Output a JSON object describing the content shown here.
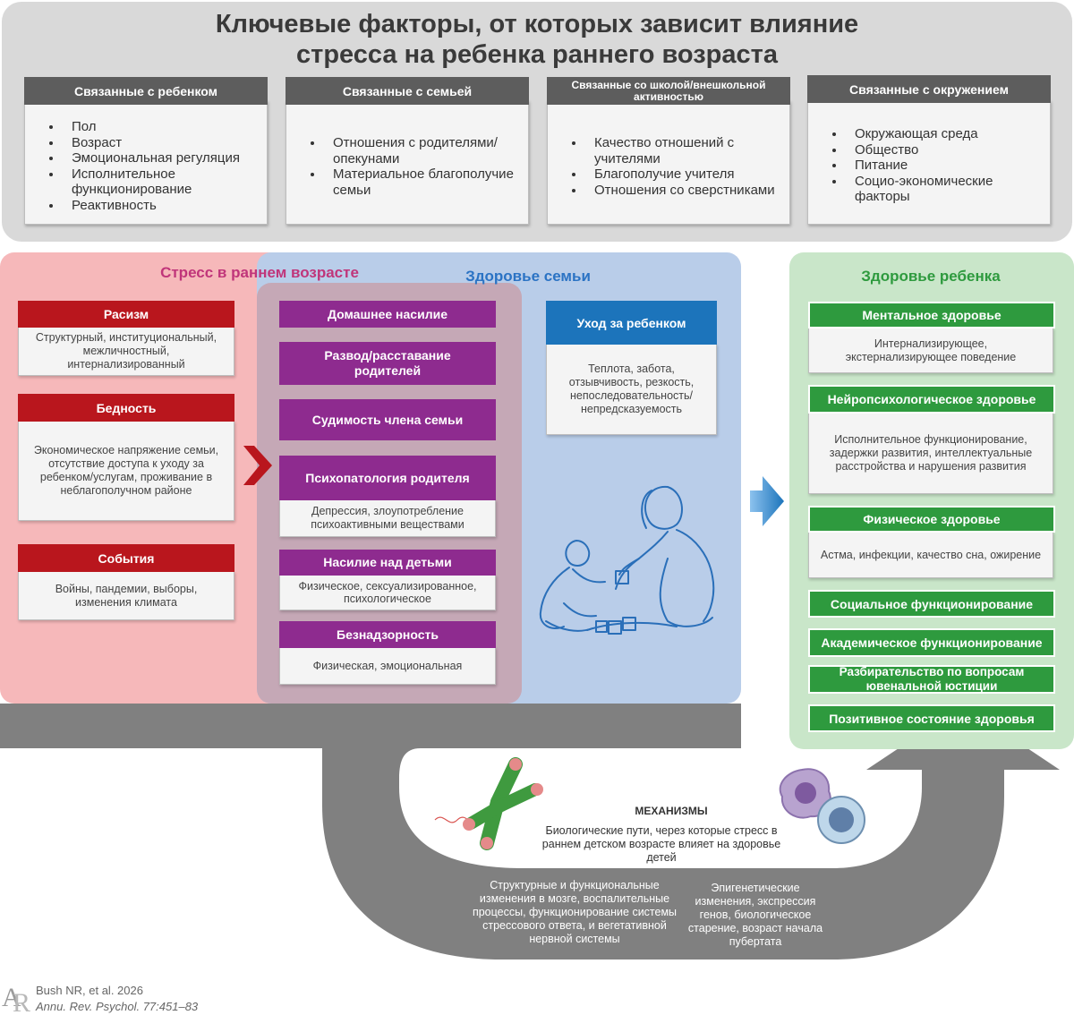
{
  "title": "Ключевые факторы, от которых зависит влияние стресса на ребенка раннего возраста",
  "title_lines": [
    "Ключевые факторы, от которых зависит влияние",
    "стресса на ребенка раннего возраста"
  ],
  "factors": [
    {
      "header": "Связанные с ребенком",
      "items": [
        "Пол",
        "Возраст",
        "Эмоциональная регуляция",
        "Исполнительное функционирование",
        "Реактивность"
      ]
    },
    {
      "header": "Связанные с семьей",
      "items": [
        "Отношения с родителями/опекунами",
        "Материальное благополучие семьи"
      ]
    },
    {
      "header": "Связанные со школой/внешкольной активностью",
      "items": [
        "Качество отношений с учителями",
        "Благополучие учителя",
        "Отношения со сверстниками"
      ]
    },
    {
      "header": "Связанные с окружением",
      "items": [
        "Окружающая среда",
        "Общество",
        "Питание",
        "Социо-экономические факторы"
      ]
    }
  ],
  "stress": {
    "title": "Стресс в раннем возрасте",
    "items": [
      {
        "header": "Расизм",
        "body": "Структурный, институциональный, межличностный, интернализированный"
      },
      {
        "header": "Бедность",
        "body": "Экономическое напряжение семьи, отсутствие доступа к уходу за ребенком/услугам, проживание в неблагополучном районе"
      },
      {
        "header": "События",
        "body": "Войны, пандемии, выборы, изменения климата"
      }
    ]
  },
  "family": {
    "title": "Здоровье семьи",
    "overlap_items": [
      {
        "header": "Домашнее насилие",
        "body": ""
      },
      {
        "header": "Развод/расставание родителей",
        "body": ""
      },
      {
        "header": "Судимость члена семьи",
        "body": ""
      },
      {
        "header": "Психопатология родителя",
        "body": "Депрессия, злоупотребление психоактивными веществами"
      },
      {
        "header": "Насилие над детьми",
        "body": "Физическое, сексуализированное, психологическое"
      },
      {
        "header": "Безнадзорность",
        "body": "Физическая, эмоциональная"
      }
    ],
    "care": {
      "header": "Уход за ребенком",
      "body": "Теплота, забота, отзывчивость, резкость, непоследовательность/непредсказуемость"
    }
  },
  "child_health": {
    "title": "Здоровье ребенка",
    "items": [
      {
        "header": "Ментальное здоровье",
        "body": "Интернализирующее, экстернализирующее поведение"
      },
      {
        "header": "Нейропсихологическое здоровье",
        "body": "Исполнительное функционирование, задержки развития, интеллектуальные расстройства и нарушения развития"
      },
      {
        "header": "Физическое здоровье",
        "body": "Астма, инфекции, качество сна, ожирение"
      },
      {
        "header": "Социальное функционирование",
        "body": ""
      },
      {
        "header": "Академическое функционирование",
        "body": ""
      },
      {
        "header": "Разбирательство по вопросам ювенальной юстиции",
        "body": ""
      },
      {
        "header": "Позитивное состояние здоровья",
        "body": ""
      }
    ]
  },
  "mechanisms": {
    "title": "МЕХАНИЗМЫ",
    "description": "Биологические пути, через которые стресс в раннем детском возрасте влияет на здоровье детей",
    "brain": "Структурные и функциональные изменения в мозге, воспалительные процессы, функционирование системы стрессового ответа, и вегетативной нервной системы",
    "epigenetic": "Эпигенетические изменения, экспрессия генов, биологическое старение, возраст начала пубертата"
  },
  "credit": {
    "authors": "Bush NR, et al. 2026",
    "journal": "Annu. Rev. Psychol. 77:451–83",
    "logo_text": "AR"
  },
  "colors": {
    "stress_red": "#b9161d",
    "family_purple": "#8e2b8f",
    "care_blue": "#1c74bb",
    "child_green": "#2e9a3e",
    "factor_grey": "#5d5d5d"
  }
}
